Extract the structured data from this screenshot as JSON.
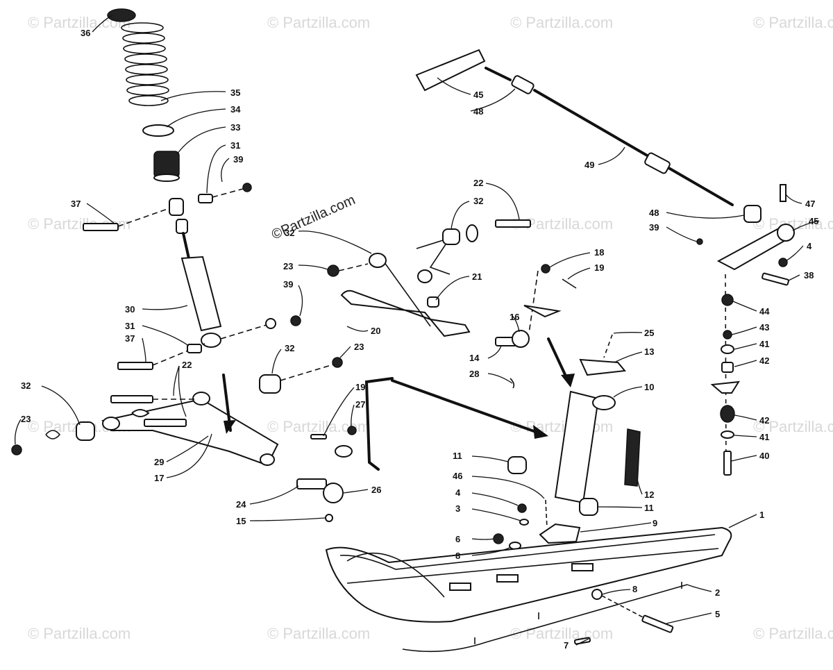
{
  "watermark": {
    "text": "© Partzilla.com",
    "center_text": "©Partzilla.com"
  },
  "callouts": [
    {
      "id": "c36",
      "label": "36"
    },
    {
      "id": "c35",
      "label": "35"
    },
    {
      "id": "c34",
      "label": "34"
    },
    {
      "id": "c33",
      "label": "33"
    },
    {
      "id": "c31a",
      "label": "31"
    },
    {
      "id": "c39a",
      "label": "39"
    },
    {
      "id": "c37a",
      "label": "37"
    },
    {
      "id": "c32a",
      "label": "32"
    },
    {
      "id": "c23a",
      "label": "23"
    },
    {
      "id": "c39b",
      "label": "39"
    },
    {
      "id": "c30",
      "label": "30"
    },
    {
      "id": "c31b",
      "label": "31"
    },
    {
      "id": "c37b",
      "label": "37"
    },
    {
      "id": "c22a",
      "label": "22"
    },
    {
      "id": "c32b",
      "label": "32"
    },
    {
      "id": "c23b",
      "label": "23"
    },
    {
      "id": "c32c",
      "label": "32"
    },
    {
      "id": "c23c",
      "label": "23"
    },
    {
      "id": "c29",
      "label": "29"
    },
    {
      "id": "c17",
      "label": "17"
    },
    {
      "id": "c24",
      "label": "24"
    },
    {
      "id": "c15",
      "label": "15"
    },
    {
      "id": "c26",
      "label": "26"
    },
    {
      "id": "c19a",
      "label": "19"
    },
    {
      "id": "c27",
      "label": "27"
    },
    {
      "id": "c20",
      "label": "20"
    },
    {
      "id": "c21",
      "label": "21"
    },
    {
      "id": "c22b",
      "label": "22"
    },
    {
      "id": "c32d",
      "label": "32"
    },
    {
      "id": "c18",
      "label": "18"
    },
    {
      "id": "c19b",
      "label": "19"
    },
    {
      "id": "c16",
      "label": "16"
    },
    {
      "id": "c14",
      "label": "14"
    },
    {
      "id": "c28",
      "label": "28"
    },
    {
      "id": "c25",
      "label": "25"
    },
    {
      "id": "c13",
      "label": "13"
    },
    {
      "id": "c10",
      "label": "10"
    },
    {
      "id": "c12",
      "label": "12"
    },
    {
      "id": "c11a",
      "label": "11"
    },
    {
      "id": "c46",
      "label": "46"
    },
    {
      "id": "c4a",
      "label": "4"
    },
    {
      "id": "c3",
      "label": "3"
    },
    {
      "id": "c11b",
      "label": "11"
    },
    {
      "id": "c9",
      "label": "9"
    },
    {
      "id": "c6",
      "label": "6"
    },
    {
      "id": "c8a",
      "label": "8"
    },
    {
      "id": "c1",
      "label": "1"
    },
    {
      "id": "c8b",
      "label": "8"
    },
    {
      "id": "c2",
      "label": "2"
    },
    {
      "id": "c5",
      "label": "5"
    },
    {
      "id": "c7",
      "label": "7"
    },
    {
      "id": "c45a",
      "label": "45"
    },
    {
      "id": "c48a",
      "label": "48"
    },
    {
      "id": "c49",
      "label": "49"
    },
    {
      "id": "c47",
      "label": "47"
    },
    {
      "id": "c48b",
      "label": "48"
    },
    {
      "id": "c45b",
      "label": "45"
    },
    {
      "id": "c39c",
      "label": "39"
    },
    {
      "id": "c4b",
      "label": "4"
    },
    {
      "id": "c38",
      "label": "38"
    },
    {
      "id": "c44",
      "label": "44"
    },
    {
      "id": "c43",
      "label": "43"
    },
    {
      "id": "c41a",
      "label": "41"
    },
    {
      "id": "c42a",
      "label": "42"
    },
    {
      "id": "c42b",
      "label": "42"
    },
    {
      "id": "c41b",
      "label": "41"
    },
    {
      "id": "c40",
      "label": "40"
    }
  ]
}
